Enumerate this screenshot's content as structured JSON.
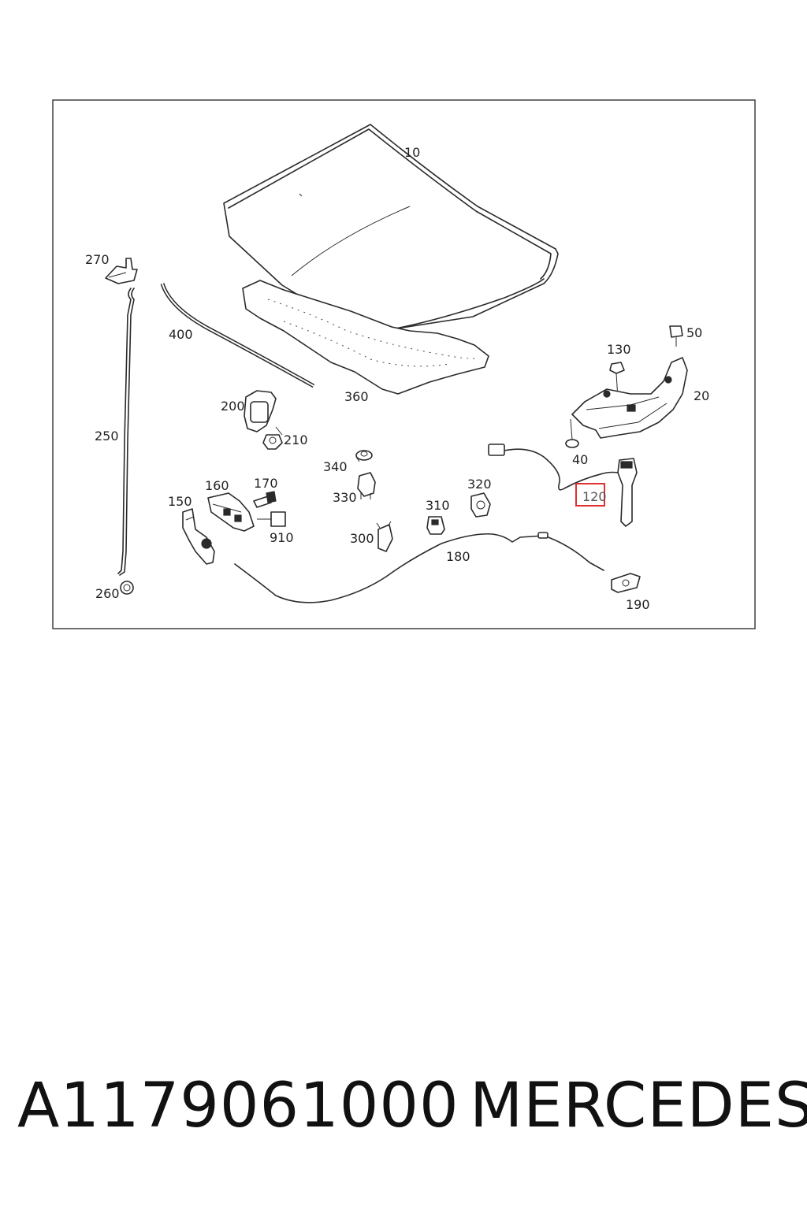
{
  "labels": {
    "p10": "10",
    "p20": "20",
    "p40": "40",
    "p50": "50",
    "p120": "120",
    "p130": "130",
    "p150": "150",
    "p160": "160",
    "p170": "170",
    "p180": "180",
    "p190": "190",
    "p200": "200",
    "p210": "210",
    "p250": "250",
    "p260": "260",
    "p270": "270",
    "p300": "300",
    "p310": "310",
    "p320": "320",
    "p330": "330",
    "p340": "340",
    "p360": "360",
    "p400": "400",
    "p910": "910"
  },
  "highlighted_part": "120",
  "highlight_color": "#e03030",
  "footer": {
    "part_number": "A1179061000",
    "brand": "MERCEDES"
  }
}
